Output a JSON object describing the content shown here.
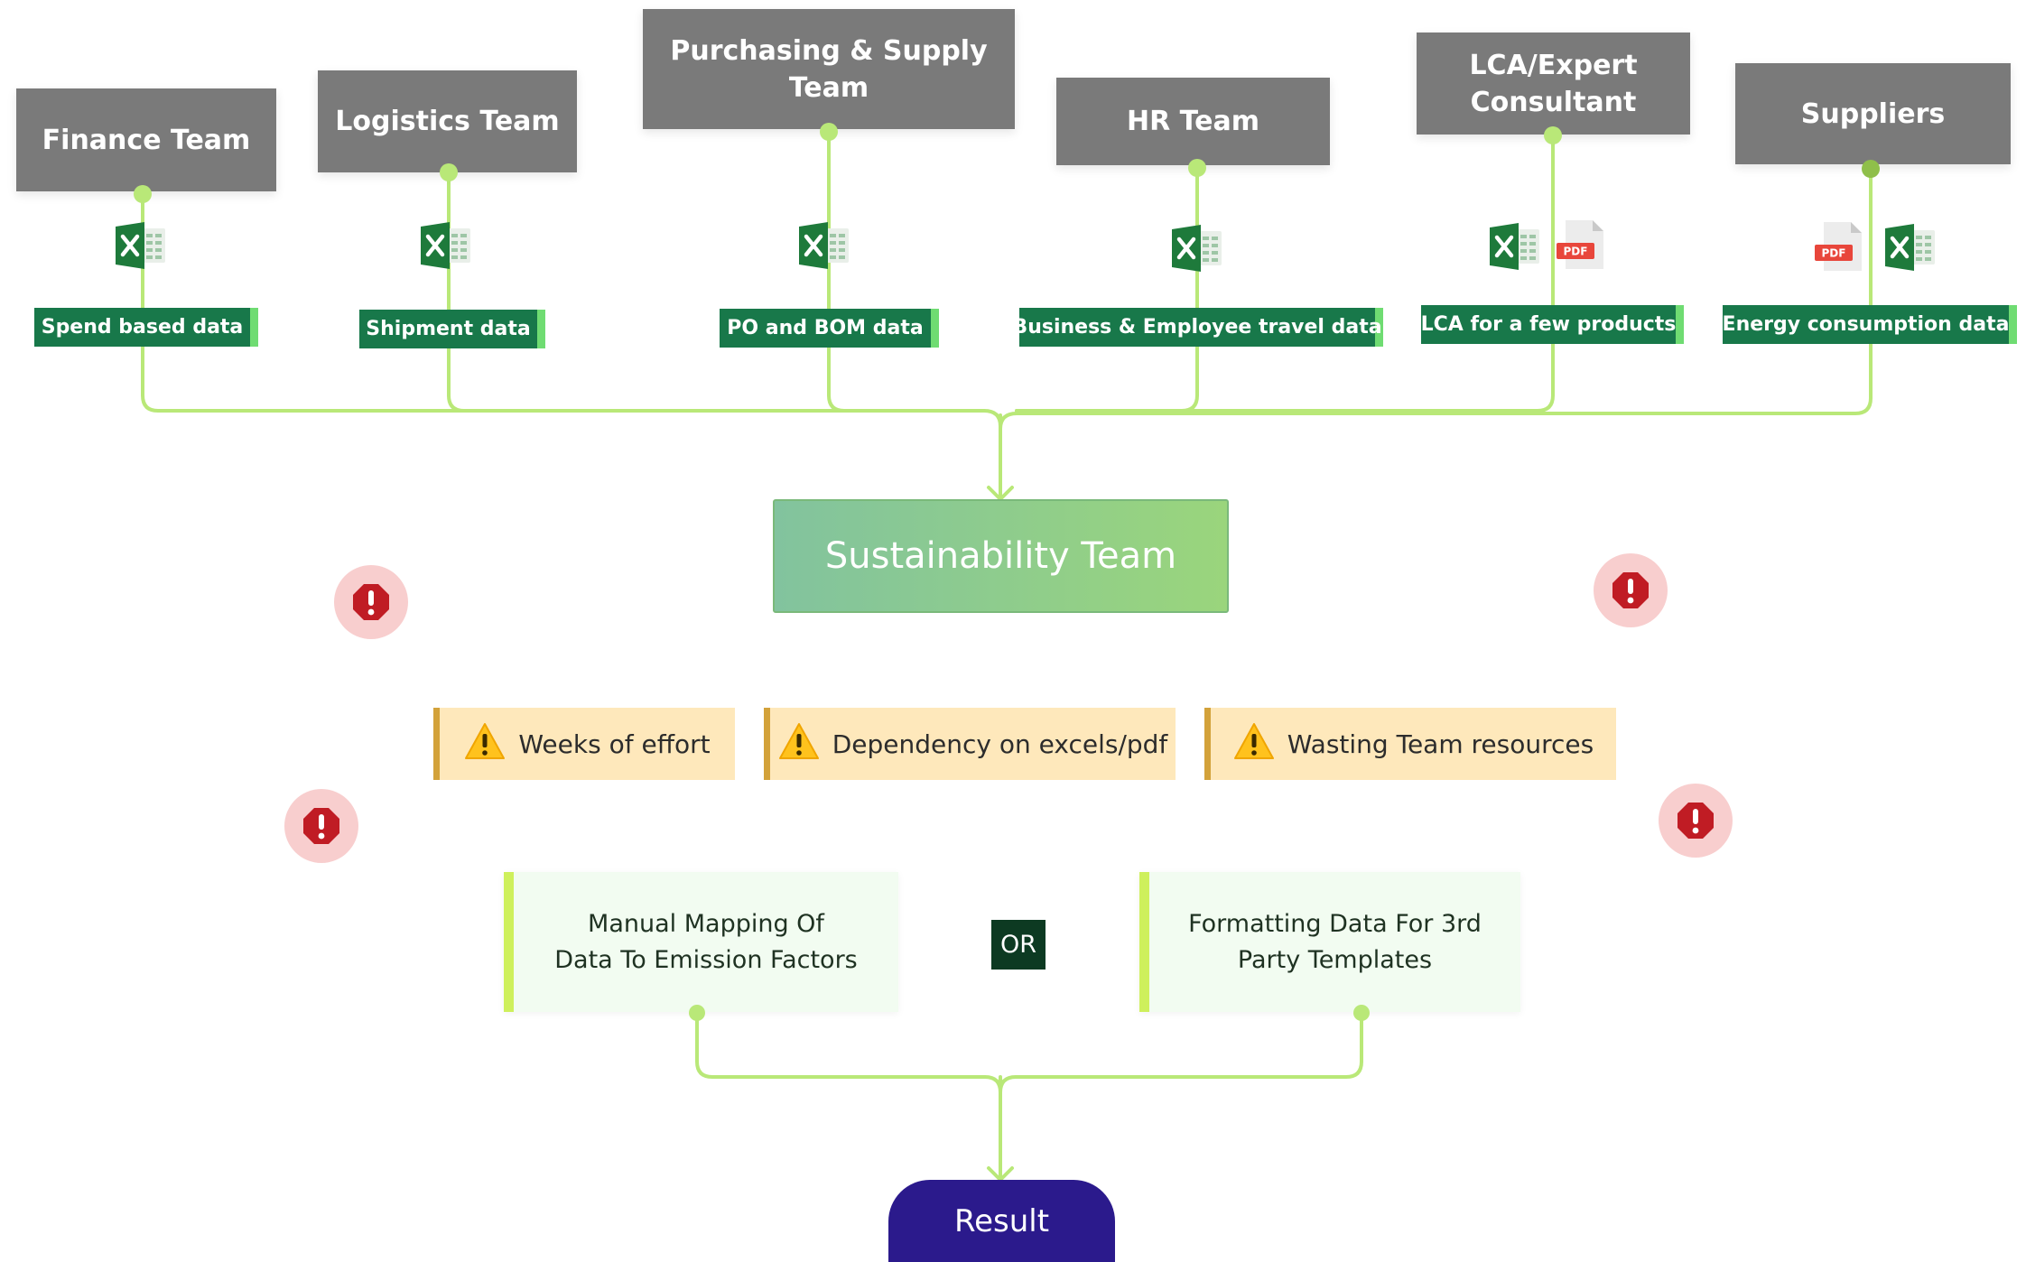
{
  "teams": [
    {
      "name": "Finance Team",
      "data": "Spend based data",
      "sources": [
        "excel"
      ]
    },
    {
      "name": "Logistics Team",
      "data": "Shipment data",
      "sources": [
        "excel"
      ]
    },
    {
      "name_lines": [
        "Purchasing & Supply",
        "Team"
      ],
      "data": "PO and BOM data",
      "sources": [
        "excel"
      ]
    },
    {
      "name": "HR Team",
      "data": "Business & Employee travel data",
      "sources": [
        "excel"
      ]
    },
    {
      "name_lines": [
        "LCA/Expert",
        "Consultant"
      ],
      "data": "LCA for a few products",
      "sources": [
        "excel",
        "pdf"
      ]
    },
    {
      "name": "Suppliers",
      "data": "Energy consumption data",
      "sources": [
        "pdf",
        "excel"
      ]
    }
  ],
  "icons": {
    "excel": "excel-file-icon",
    "pdf": "pdf-file-icon",
    "alert": "octagon-alert-icon",
    "warning": "warning-triangle-icon"
  },
  "pdf_label": "PDF",
  "hub": "Sustainability Team",
  "issues": [
    "Weeks of effort",
    "Dependency on excels/pdf",
    "Wasting Team resources"
  ],
  "processes": [
    {
      "lines": [
        "Manual Mapping Of",
        "Data To Emission Factors"
      ]
    },
    {
      "lines": [
        "Formatting Data For 3rd",
        "Party Templates"
      ]
    }
  ],
  "or_label": "OR",
  "result": "Result",
  "colors": {
    "team_box": "#7a7a7a",
    "data_tag": "#18784a",
    "connector": "#b9e878",
    "hub_gradient": [
      "#82c39e",
      "#9ad57c"
    ],
    "issue_bg": "#fee8bb",
    "alert_bg": "#f8cece",
    "alert_icon": "#c01c24",
    "result_bg": "#2b1a8c"
  }
}
